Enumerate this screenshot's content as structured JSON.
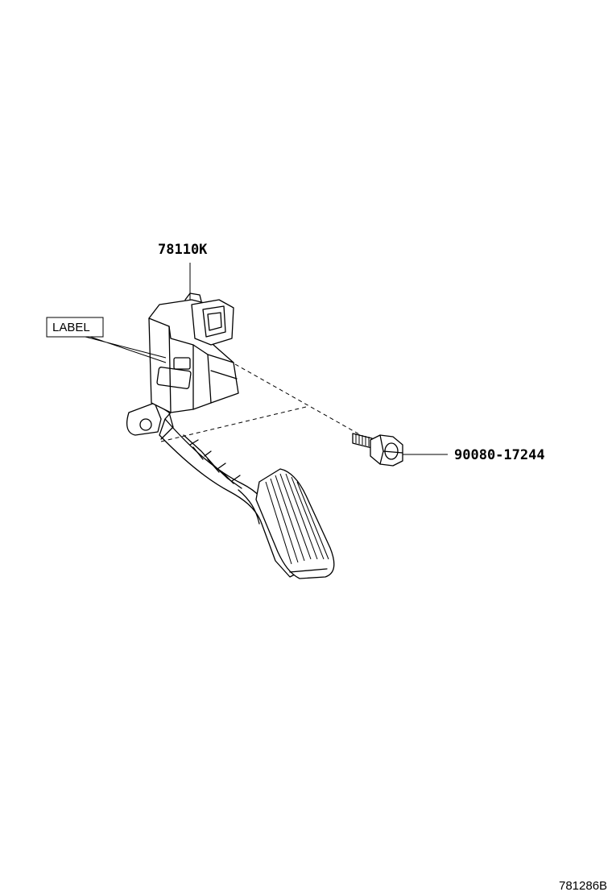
{
  "parts": {
    "pedal_assembly": "78110K",
    "bolt": "90080-17244"
  },
  "label_note": "LABEL",
  "figure_id": "781286B"
}
